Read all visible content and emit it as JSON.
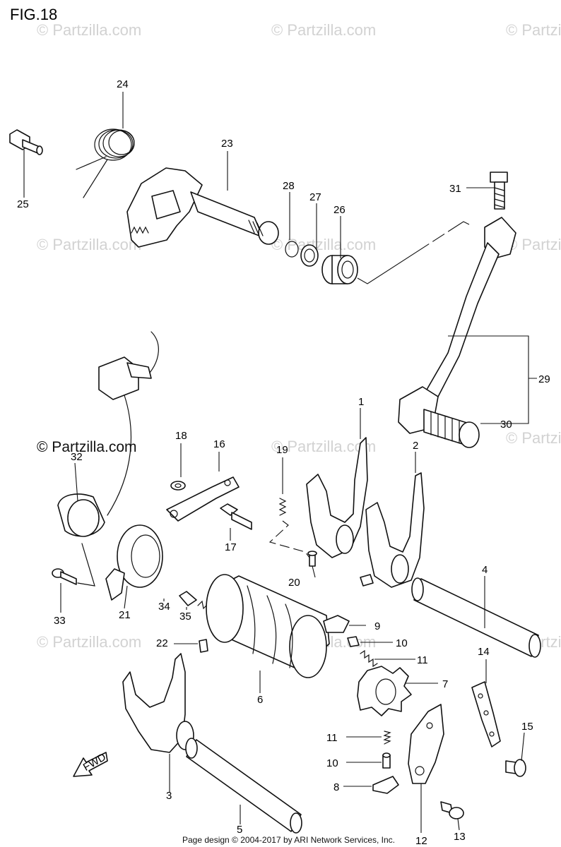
{
  "figure_label": "FIG.18",
  "watermark_text": "© Partzilla.com",
  "footer_text": "Page design © 2004-2017 by ARI Network Services, Inc.",
  "fwd_label": "FWD",
  "callouts": [
    "1",
    "2",
    "3",
    "4",
    "5",
    "6",
    "7",
    "8",
    "9",
    "10",
    "10",
    "11",
    "11",
    "12",
    "13",
    "14",
    "15",
    "16",
    "17",
    "18",
    "19",
    "20",
    "21",
    "22",
    "23",
    "24",
    "25",
    "26",
    "27",
    "28",
    "29",
    "30",
    "31",
    "32",
    "33",
    "34",
    "35"
  ]
}
